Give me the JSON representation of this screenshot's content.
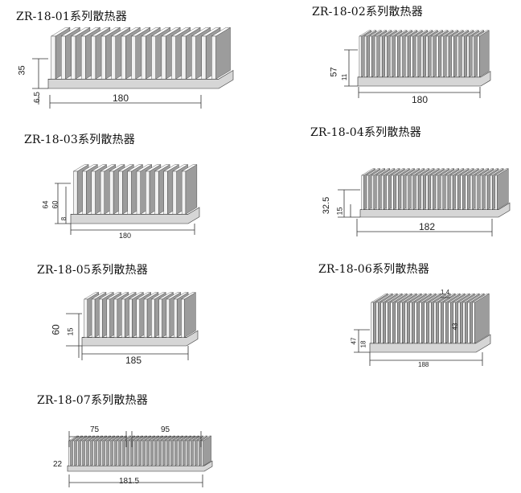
{
  "colors": {
    "fin_light": "#f2f2f2",
    "fin_dark": "#9c9c9c",
    "base": "#d6d6d6",
    "line": "#333333"
  },
  "items": [
    {
      "title": "ZR-18-01系列散热器",
      "dims": {
        "width": "180",
        "height": "35",
        "base": "6.5"
      }
    },
    {
      "title": "ZR-18-02系列散热器",
      "dims": {
        "width": "180",
        "height": "57",
        "base": "11"
      }
    },
    {
      "title": "ZR-18-03系列散热器",
      "dims": {
        "width": "180",
        "height": "64",
        "inner": "60",
        "base": "8"
      }
    },
    {
      "title": "ZR-18-04系列散热器",
      "dims": {
        "width": "182",
        "height": "32.5",
        "base": "15"
      }
    },
    {
      "title": "ZR-18-05系列散热器",
      "dims": {
        "width": "185",
        "height": "60",
        "base": "15"
      }
    },
    {
      "title": "ZR-18-06系列散热器",
      "dims": {
        "width": "188",
        "height": "47",
        "base": "18",
        "top": "1.4",
        "fin": "43"
      }
    },
    {
      "title": "ZR-18-07系列散热器",
      "dims": {
        "width": "181.5",
        "height": "22",
        "left": "75",
        "right": "95"
      }
    }
  ]
}
